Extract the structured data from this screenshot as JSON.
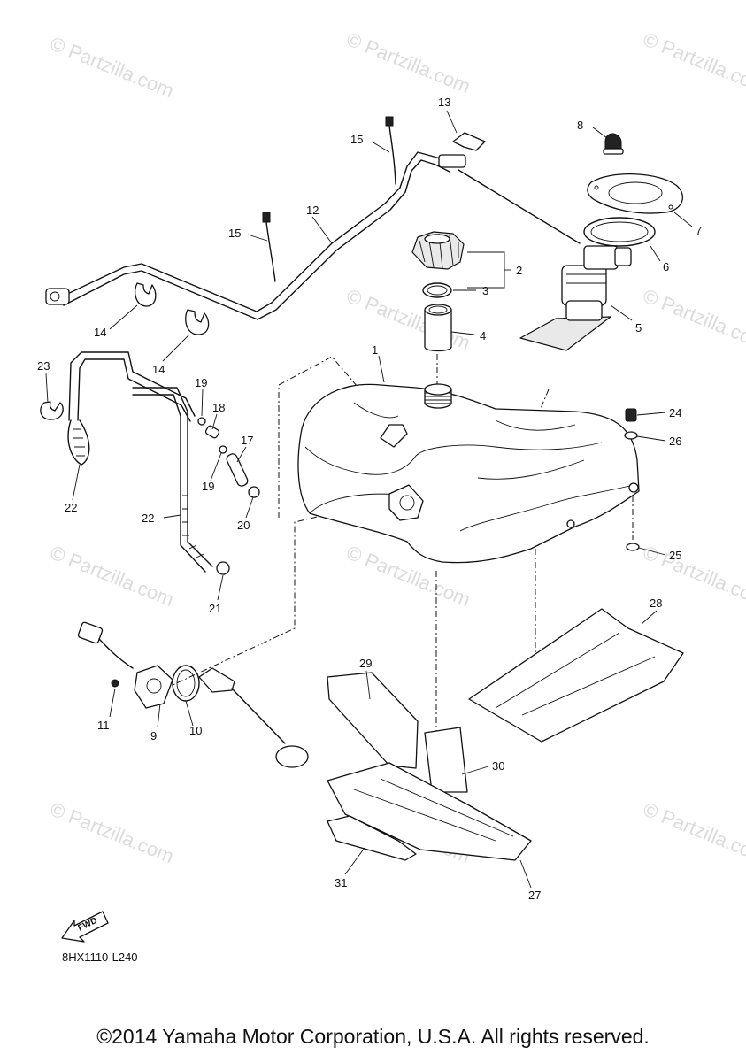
{
  "watermark": "© Partzilla.com",
  "diagram_code": "8HX1110-L240",
  "fwd_label": "FWD",
  "copyright": "©2014 Yamaha Motor Corporation, U.S.A. All rights reserved.",
  "callouts": {
    "c1": "1",
    "c2": "2",
    "c3": "3",
    "c4": "4",
    "c5": "5",
    "c6": "6",
    "c7": "7",
    "c8": "8",
    "c9": "9",
    "c10": "10",
    "c11": "11",
    "c12": "12",
    "c13": "13",
    "c14a": "14",
    "c14b": "14",
    "c15a": "15",
    "c15b": "15",
    "c17": "17",
    "c18": "18",
    "c19a": "19",
    "c19b": "19",
    "c20": "20",
    "c21": "21",
    "c22a": "22",
    "c22b": "22",
    "c23": "23",
    "c24": "24",
    "c25": "25",
    "c26": "26",
    "c27": "27",
    "c28": "28",
    "c29": "29",
    "c30": "30",
    "c31": "31"
  }
}
